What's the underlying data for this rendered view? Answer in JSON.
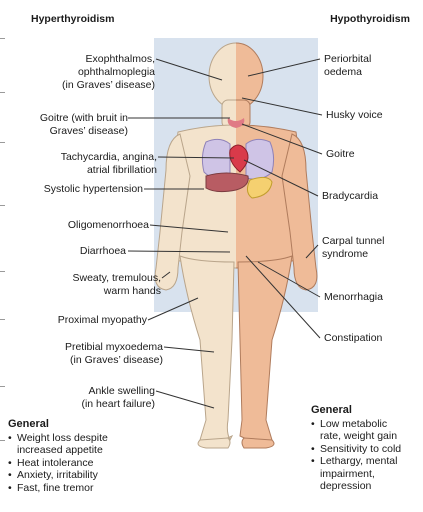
{
  "headings": {
    "left": "Hyperthyroidism",
    "right": "Hypothyroidism"
  },
  "hyper_labels": [
    "Exophthalmos,\nophthalmoplegia\n(in Graves’ disease)",
    "Goitre (with bruit in\nGraves’ disease)",
    "Tachycardia, angina,\natrial fibrillation",
    "Systolic hypertension",
    "Oligomenorrhoea",
    "Diarrhoea",
    "Sweaty, tremulous,\nwarm hands",
    "Proximal myopathy",
    "Pretibial myxoedema\n(in Graves’ disease)",
    "Ankle swelling\n(in heart failure)"
  ],
  "hypo_labels": [
    "Periorbital\noedema",
    "Husky voice",
    "Goitre",
    "Bradycardia",
    "Carpal tunnel\nsyndrome",
    "Menorrhagia",
    "Constipation"
  ],
  "hyper_general": {
    "title": "General",
    "items": [
      "Weight loss despite\nincreased appetite",
      "Heat intolerance",
      "Anxiety, irritability",
      "Fast, fine tremor"
    ]
  },
  "hypo_general": {
    "title": "General",
    "items": [
      "Low metabolic\nrate, weight gain",
      "Sensitivity to cold",
      "Lethargy, mental\nimpairment,\ndepression"
    ]
  },
  "colors": {
    "backdrop": "#d8e2ee",
    "body_hyper": "#f3e3cc",
    "body_hypo": "#efbb98",
    "heart": "#d93a4a",
    "lungs": "#cfc4e6",
    "liver": "#b85c63",
    "stomach": "#f5d070",
    "leader": "#333333"
  }
}
